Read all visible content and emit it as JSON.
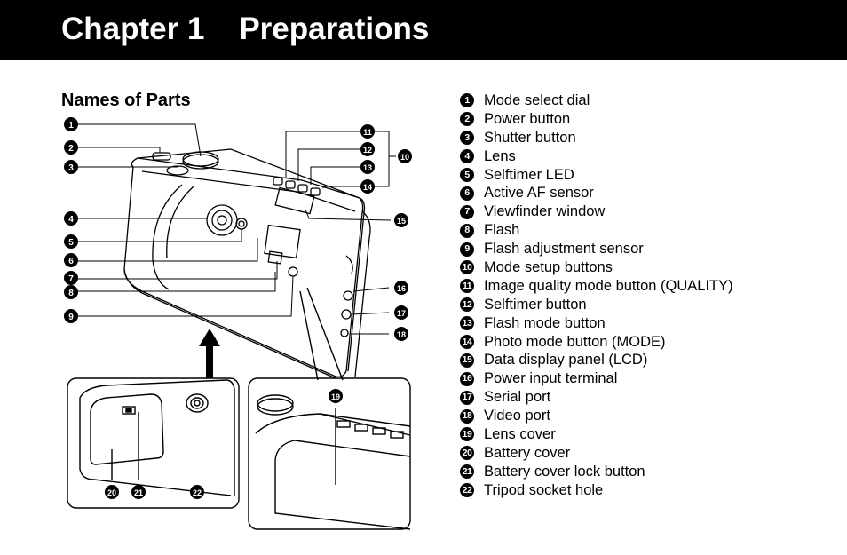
{
  "header": {
    "title": "Chapter 1    Preparations"
  },
  "section": {
    "title": "Names of Parts"
  },
  "parts": [
    {
      "num": "1",
      "label": "Mode select dial"
    },
    {
      "num": "2",
      "label": "Power button"
    },
    {
      "num": "3",
      "label": "Shutter button"
    },
    {
      "num": "4",
      "label": "Lens"
    },
    {
      "num": "5",
      "label": "Selftimer LED"
    },
    {
      "num": "6",
      "label": "Active AF sensor"
    },
    {
      "num": "7",
      "label": "Viewfinder window"
    },
    {
      "num": "8",
      "label": "Flash"
    },
    {
      "num": "9",
      "label": "Flash adjustment sensor"
    },
    {
      "num": "10",
      "label": "Mode setup buttons"
    },
    {
      "num": "11",
      "label": "Image quality mode button (QUALITY)"
    },
    {
      "num": "12",
      "label": "Selftimer button"
    },
    {
      "num": "13",
      "label": "Flash mode button"
    },
    {
      "num": "14",
      "label": "Photo mode button (MODE)"
    },
    {
      "num": "15",
      "label": "Data display panel (LCD)"
    },
    {
      "num": "16",
      "label": "Power input terminal"
    },
    {
      "num": "17",
      "label": "Serial port"
    },
    {
      "num": "18",
      "label": "Video port"
    },
    {
      "num": "19",
      "label": "Lens cover"
    },
    {
      "num": "20",
      "label": "Battery cover"
    },
    {
      "num": "21",
      "label": "Battery cover lock button"
    },
    {
      "num": "22",
      "label": "Tripod socket hole"
    }
  ],
  "diagram_callouts": [
    "1",
    "2",
    "3",
    "4",
    "5",
    "6",
    "7",
    "8",
    "9",
    "10",
    "11",
    "12",
    "13",
    "14",
    "15",
    "16",
    "17",
    "18",
    "19",
    "20",
    "21",
    "22"
  ]
}
